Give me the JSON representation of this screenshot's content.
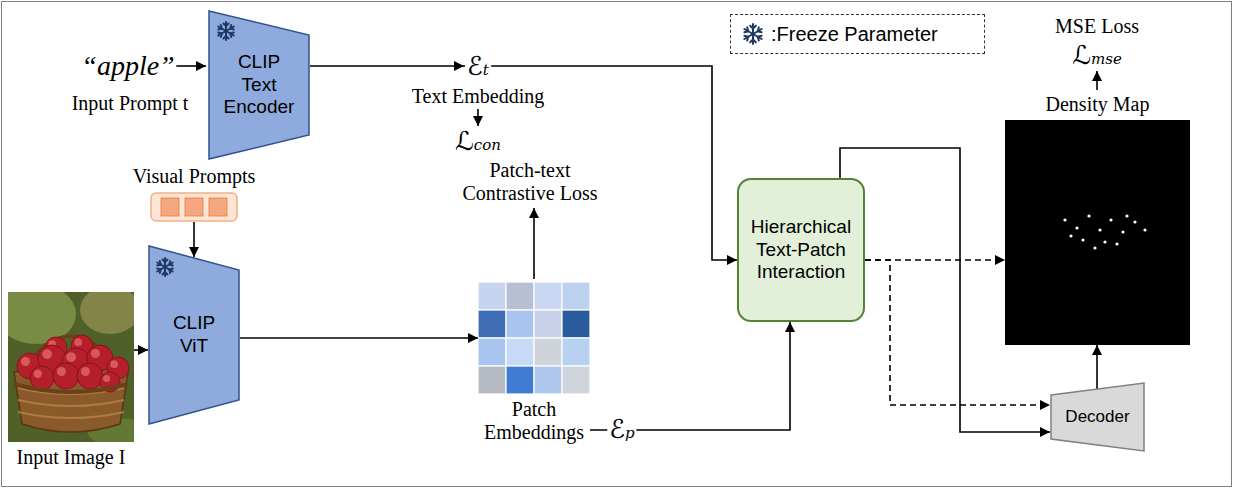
{
  "diagram": {
    "nodes": [
      {
        "text": [
          "CLIP Text Encoder"
        ]
      },
      {
        "text": [
          "Visual Prompts"
        ]
      },
      {
        "text": [
          "Input Image I"
        ]
      },
      {
        "text": [
          "CLIP ViT"
        ]
      },
      {
        "text": [
          "Patch Embeddings"
        ]
      },
      {
        "text": [
          "Hierarchical Text-Patch Interaction"
        ]
      },
      {
        "text": [
          "Density Map"
        ]
      },
      {
        "text": [
          "Decoder"
        ]
      }
    ],
    "edges": [
      {
        "from": 0,
        "to": 5,
        "arrow": "to"
      },
      {
        "from": 1,
        "to": 3,
        "arrow": "to"
      },
      {
        "from": 2,
        "to": 3,
        "arrow": "to"
      },
      {
        "from": 3,
        "to": 4,
        "arrow": "to"
      },
      {
        "from": 4,
        "to": 5,
        "arrow": "to"
      },
      {
        "from": 5,
        "to": 6,
        "arrow": "to"
      },
      {
        "from": 5,
        "to": 7,
        "arrow": "to"
      },
      {
        "from": 5,
        "to": 7,
        "arrow": "to"
      },
      {
        "from": 7,
        "to": 6,
        "arrow": "to"
      }
    ],
    "labels": [
      "“apple”",
      "Input Prompt t",
      "ℰt",
      "Text Embedding",
      "ℒcon",
      "Patch-text Contrastive Loss",
      "ℰp",
      "MSE Loss",
      "ℒmse"
    ],
    "legend": [
      {
        "text": ":Freeze Parameter"
      }
    ]
  }
}
